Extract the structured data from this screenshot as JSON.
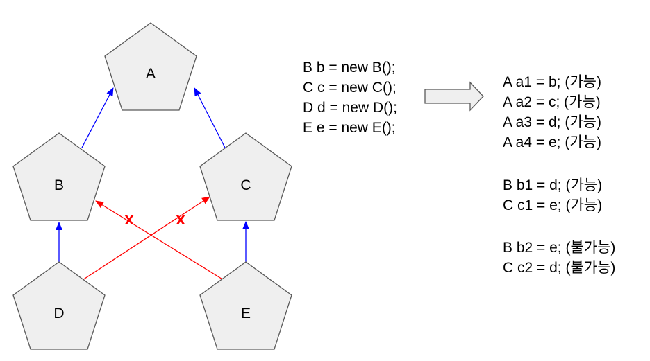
{
  "nodes": {
    "a": {
      "label": "A"
    },
    "b": {
      "label": "B"
    },
    "c": {
      "label": "C"
    },
    "d": {
      "label": "D"
    },
    "e": {
      "label": "E"
    }
  },
  "edges": [
    {
      "from": "B",
      "to": "A",
      "type": "inheritance",
      "color": "#0000ff"
    },
    {
      "from": "C",
      "to": "A",
      "type": "inheritance",
      "color": "#0000ff"
    },
    {
      "from": "D",
      "to": "B",
      "type": "inheritance",
      "color": "#0000ff"
    },
    {
      "from": "E",
      "to": "C",
      "type": "inheritance",
      "color": "#0000ff"
    },
    {
      "from": "D",
      "to": "C",
      "type": "invalid",
      "color": "#ff0000"
    },
    {
      "from": "E",
      "to": "B",
      "type": "invalid",
      "color": "#ff0000"
    }
  ],
  "invalid_marks": [
    "x",
    "x"
  ],
  "code": [
    "B b = new B();",
    "C c = new C();",
    "D d = new D();",
    "E e = new E();"
  ],
  "results": [
    "A a1 = b; (가능)",
    "A a2 = c; (가능)",
    "A a3 = d; (가능)",
    "A a4 = e; (가능)",
    "B b1 = d; (가능)",
    "C c1 = e; (가능)",
    "B b2 = e; (불가능)",
    "C c2 = d; (불가능)"
  ],
  "colors": {
    "valid_edge": "#0000ff",
    "invalid_edge": "#ff0000",
    "node_fill": "#efefef",
    "node_stroke": "#595959"
  },
  "icons": {
    "transform_arrow": "right-arrow-icon"
  }
}
